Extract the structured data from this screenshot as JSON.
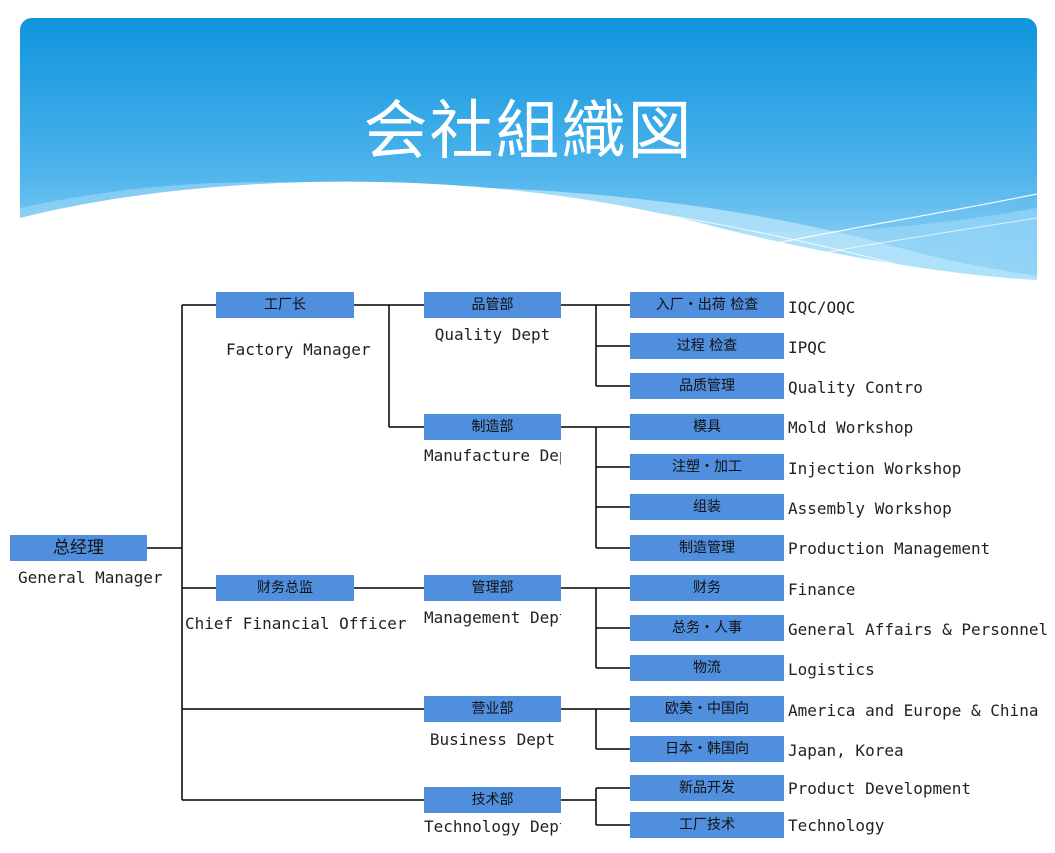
{
  "title": "会社組織図",
  "colors": {
    "box_fill": "#4f8fde",
    "line": "#000000",
    "header_top": "#0f94dc",
    "header_bottom": "#a8dbf6"
  },
  "general_manager": {
    "cn": "总经理",
    "en": "General Manager"
  },
  "executives": [
    {
      "cn": "工厂长",
      "en": "Factory Manager"
    },
    {
      "cn": "财务总监",
      "en": "Chief Financial Officer"
    }
  ],
  "departments": [
    {
      "cn": "品管部",
      "en": "Quality Dept"
    },
    {
      "cn": "制造部",
      "en": "Manufacture Dept"
    },
    {
      "cn": "管理部",
      "en": "Management Dept"
    },
    {
      "cn": "营业部",
      "en": "Business Dept"
    },
    {
      "cn": "技术部",
      "en": "Technology Dept"
    }
  ],
  "sections": [
    {
      "cn": "入厂・出荷 检查",
      "en": "IQC/OQC"
    },
    {
      "cn": "过程 检查",
      "en": "IPQC"
    },
    {
      "cn": "品质管理",
      "en": "Quality Contro"
    },
    {
      "cn": "模具",
      "en": "Mold Workshop"
    },
    {
      "cn": "注塑・加工",
      "en": "Injection Workshop"
    },
    {
      "cn": "组装",
      "en": "Assembly Workshop"
    },
    {
      "cn": "制造管理",
      "en": "Production Management"
    },
    {
      "cn": "财务",
      "en": "Finance"
    },
    {
      "cn": "总务・人事",
      "en": "General Affairs & Personnel"
    },
    {
      "cn": "物流",
      "en": "Logistics"
    },
    {
      "cn": "欧美・中国向",
      "en": "America and Europe  & China"
    },
    {
      "cn": "日本・韩国向",
      "en": "Japan, Korea"
    },
    {
      "cn": "新品开发",
      "en": "Product Development"
    },
    {
      "cn": "工厂技术",
      "en": "Technology"
    }
  ]
}
